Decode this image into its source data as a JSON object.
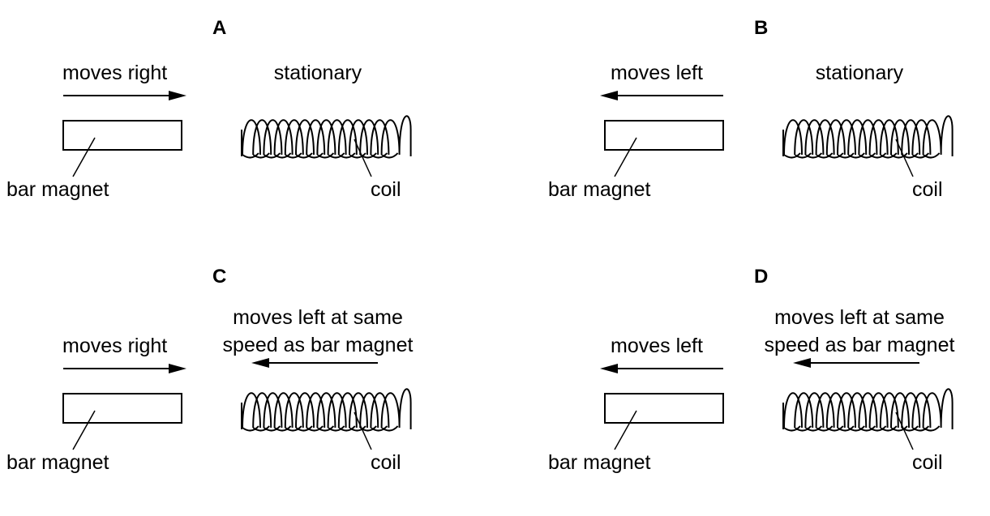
{
  "panels": [
    {
      "letter": "A",
      "magnet_motion": "moves right",
      "coil_motion_line1": "stationary",
      "coil_motion_line2": "",
      "magnet_label": "bar magnet",
      "coil_label": "coil",
      "magnet_arrow": "right",
      "coil_arrow": "none"
    },
    {
      "letter": "B",
      "magnet_motion": "moves left",
      "coil_motion_line1": "stationary",
      "coil_motion_line2": "",
      "magnet_label": "bar magnet",
      "coil_label": "coil",
      "magnet_arrow": "left",
      "coil_arrow": "none"
    },
    {
      "letter": "C",
      "magnet_motion": "moves right",
      "coil_motion_line1": "moves left at same",
      "coil_motion_line2": "speed as bar magnet",
      "magnet_label": "bar magnet",
      "coil_label": "coil",
      "magnet_arrow": "right",
      "coil_arrow": "left"
    },
    {
      "letter": "D",
      "magnet_motion": "moves left",
      "coil_motion_line1": "moves left at same",
      "coil_motion_line2": "speed as bar magnet",
      "magnet_label": "bar magnet",
      "coil_label": "coil",
      "magnet_arrow": "left",
      "coil_arrow": "left"
    }
  ]
}
